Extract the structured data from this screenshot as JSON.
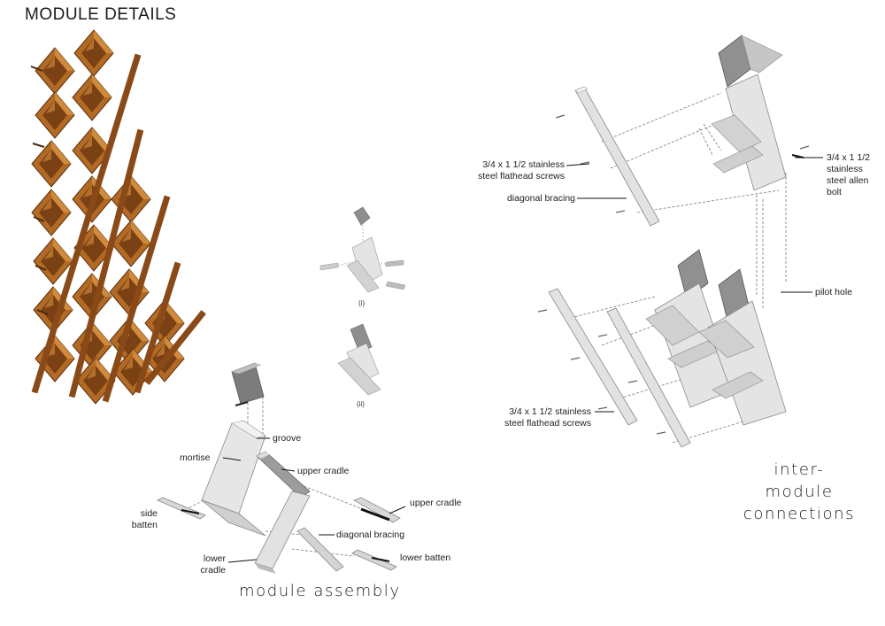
{
  "title": "MODULE DETAILS",
  "captions": {
    "assembly": "module assembly",
    "connections_line1": "inter-module",
    "connections_line2": "connections"
  },
  "subfigures": {
    "i": "(i)",
    "ii": "(ii)"
  },
  "assembly_labels": {
    "groove": "groove",
    "mortise": "mortise",
    "upper_cradle_1": "upper cradle",
    "upper_cradle_2": "upper cradle",
    "side_batten_1": "side",
    "side_batten_2": "batten",
    "diagonal_bracing": "diagonal bracing",
    "lower_cradle_1": "lower",
    "lower_cradle_2": "cradle",
    "lower_batten": "lower batten"
  },
  "connection_labels": {
    "screws_top_1": "3/4 x 1 1/2 stainless",
    "screws_top_2": "steel flathead screws",
    "diagonal_bracing": "diagonal bracing",
    "bolt_1": "3/4 x 1 1/2",
    "bolt_2": "stainless",
    "bolt_3": "steel allen",
    "bolt_4": "bolt",
    "pilot_hole": "pilot hole",
    "screws_bottom_1": "3/4 x 1 1/2 stainless",
    "screws_bottom_2": "steel flathead screws"
  },
  "colors": {
    "wood_face": "#b36a24",
    "wood_dark": "#6e3a12",
    "wood_light": "#d08a3c",
    "gray_face": "#e4e4e4",
    "gray_side": "#c4c4c4",
    "gray_dark": "#8c8c8c"
  }
}
